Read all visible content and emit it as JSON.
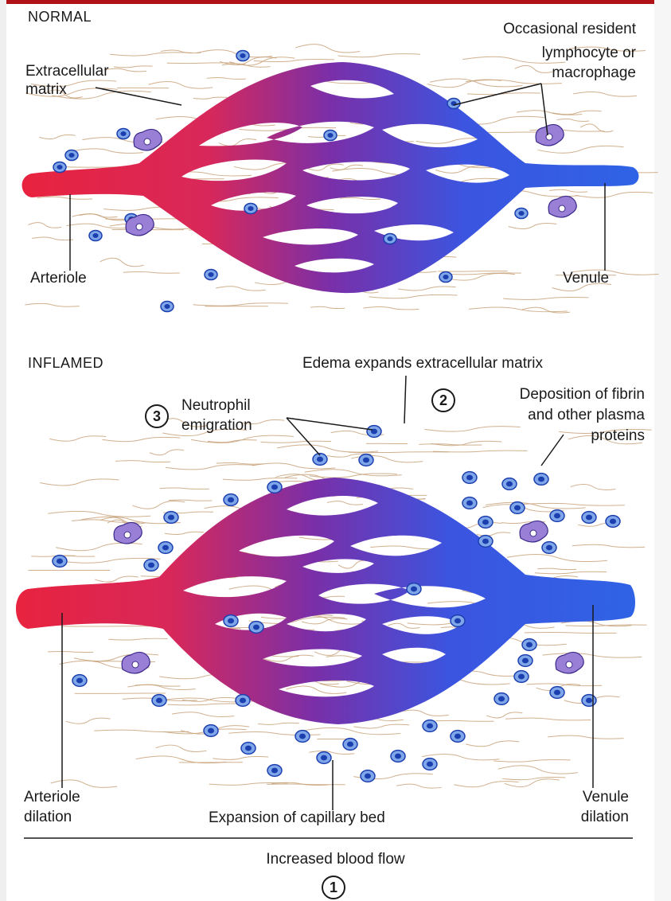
{
  "normal": {
    "heading": "NORMAL",
    "extracellular_matrix": [
      "Extracellular",
      "matrix"
    ],
    "resident_cell": [
      "Occasional resident",
      "lymphocyte or",
      "macrophage"
    ],
    "arteriole": "Arteriole",
    "venule": "Venule"
  },
  "inflamed": {
    "heading": "INFLAMED",
    "edema": "Edema expands extracellular matrix",
    "neutrophil": {
      "number": "3",
      "lines": [
        "Neutrophil",
        "emigration"
      ]
    },
    "fibrin": {
      "number": "2",
      "lines": [
        "Deposition of fibrin",
        "and other plasma",
        "proteins"
      ]
    },
    "arteriole": [
      "Arteriole",
      "dilation"
    ],
    "venule": [
      "Venule",
      "dilation"
    ],
    "capillary_bed": "Expansion of capillary bed",
    "blood_flow": {
      "text": "Increased blood flow",
      "number": "1"
    }
  },
  "colors": {
    "arterial": "#e8233f",
    "venous": "#2f63e6",
    "capillary_mid": "#7a2fa8",
    "cell_fill": "#7fa6e8",
    "cell_nucleus": "#1c3fb0",
    "macrophage": "#9a7fd6",
    "fiber": "#c8a27a"
  }
}
